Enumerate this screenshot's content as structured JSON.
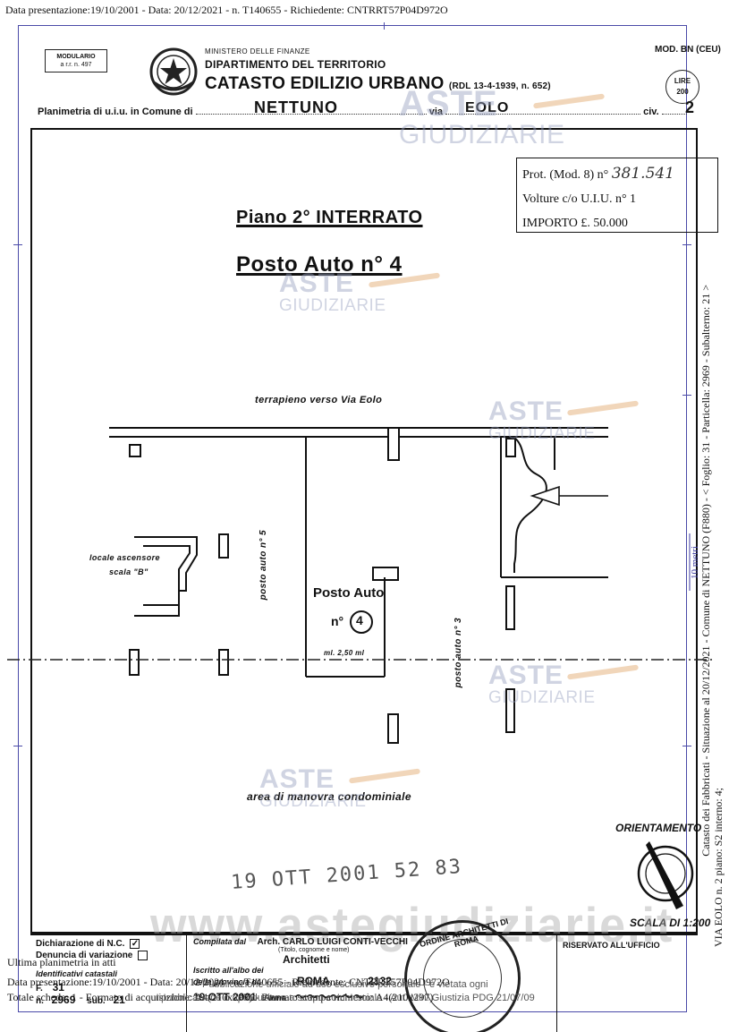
{
  "header_line": "Data presentazione:19/10/2001 - Data: 20/12/2021 - n. T140655 - Richiedente: CNTRRT57P04D972O",
  "form": {
    "modulario_line1": "MODULARIO",
    "modulario_line2": "a r.r. n. 497",
    "ministry": "MINISTERO DELLE FINANZE",
    "department": "DIPARTIMENTO DEL TERRITORIO",
    "catasto": "CATASTO EDILIZIO URBANO",
    "catasto_law": "(RDL 13-4-1939, n. 652)",
    "mod": "MOD. BN (CEU)",
    "lire_label": "LIRE",
    "lire_value": "200",
    "planimetria_label": "Planimetria di u.i.u. in Comune di",
    "comune": "NETTUNO",
    "via_label": "via",
    "via": "EOLO",
    "civ_label": "civ.",
    "civ": "2"
  },
  "stamp": {
    "prot_label": "Prot. (Mod. 8) n°",
    "prot_value": "381.541",
    "volture": "Volture c/o U.I.U. n° 1",
    "importo": "IMPORTO £. 50.000"
  },
  "titles": {
    "floor": "Piano 2° INTERRATO",
    "space": "Posto Auto n° 4"
  },
  "plan": {
    "terrapieno": "terrapieno verso Via Eolo",
    "locale_ascensore_1": "locale ascensore",
    "locale_ascensore_2": "scala \"B\"",
    "posto_auto_5": "posto auto n° 5",
    "posto_auto_label": "Posto Auto",
    "posto_auto_n": "n°",
    "posto_auto_num": "4",
    "posto_auto_3": "posto auto n° 3",
    "dim_label": "ml. 2,50 ml",
    "area_manovra": "area di manovra condominiale",
    "orientamento": "ORIENTAMENTO",
    "scala": "SCALA DI 1:200",
    "date_stamp": "19 OTT 2001   52   83"
  },
  "watermarks": {
    "aste": "ASTE",
    "giudiziarie": "GIUDIZIARIE",
    "site": "www.astegiudiziarie.it"
  },
  "side": {
    "line1": "Catasto dei Fabbricati - Situazione al 20/12/2021 - Comune di NETTUNO (F880) - < Foglio: 31 - Particella: 2969 - Subalterno: 21 >",
    "line2": "VIA EOLO n. 2 piano: S2 interno: 4;",
    "meters": "10 metri"
  },
  "bottom": {
    "dich": "Dichiarazione di N.C.",
    "denuncia": "Denuncia di variazione",
    "identificativi": "Identificativi catastali",
    "foglio_label": "F.",
    "foglio": "31",
    "n_label": "n.",
    "n_value": "2969",
    "sub_label": "sub.",
    "sub_value": "21",
    "compilata_label": "Compilata dal",
    "compilata_value": "Arch. CARLO LUIGI CONTI-VECCHI",
    "titolo": "(Titolo, cognome e nome)",
    "architetti": "Architetti",
    "iscritto": "Iscritto all'albo dei",
    "provincia_label": "della provincia di",
    "provincia": "ROMA",
    "n_albo": "2132",
    "data_firma": "19 OTT 2001",
    "firma_label": "Firma",
    "riservato": "RISERVATO ALL'UFFICIO",
    "seal_text": "ORDINE ARCHITETTI DI ROMA"
  },
  "overlay": {
    "ultima": "Ultima planimetria in atti",
    "data_line": "Data presentazione:19/10/2001 - Data: 20/12/2021 - n. T140655 - Richiedente: CNTRRT57P04D972O",
    "totale_line": "Totale schede: 1 - Formato di acquisizione: A4(210x297) - Formato stampa richiesto: A4(210x297)",
    "pub1": "Pubblicazione ufficiale ad uso esclusivo personale - è vietata ogni",
    "pub2": "ripubblicazione o riproduzione a scopo commerciale - Aut. Min. Giustizia PDG 21/07/09"
  },
  "colors": {
    "frame_blue": "#4a4aa8",
    "ink": "#111111",
    "watermark": "#96a0be",
    "hammer": "#e6b482"
  }
}
